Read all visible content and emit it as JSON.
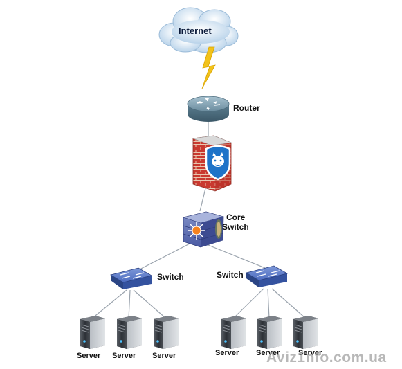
{
  "diagram": {
    "nodes": {
      "internet": "Internet",
      "router": "Router",
      "core_switch_line1": "Core",
      "core_switch_line2": "Switch",
      "switch_left": "Switch",
      "switch_right": "Switch",
      "server": "Server"
    },
    "watermark": "Aviz1nfo.com.ua",
    "edges": [
      "internet-router (lightning)",
      "router-firewall",
      "firewall-core_switch",
      "core_switch-switch_left",
      "core_switch-switch_right",
      "switch_left-server x3",
      "switch_right-server x3"
    ]
  },
  "colors": {
    "link": "#9aa3ad",
    "lightning": "#f2c21a",
    "switch_blue": "#3e5fb3",
    "core_orange": "#f5821f",
    "firewall_red": "#c9392f",
    "shield_blue": "#1e73c8"
  }
}
